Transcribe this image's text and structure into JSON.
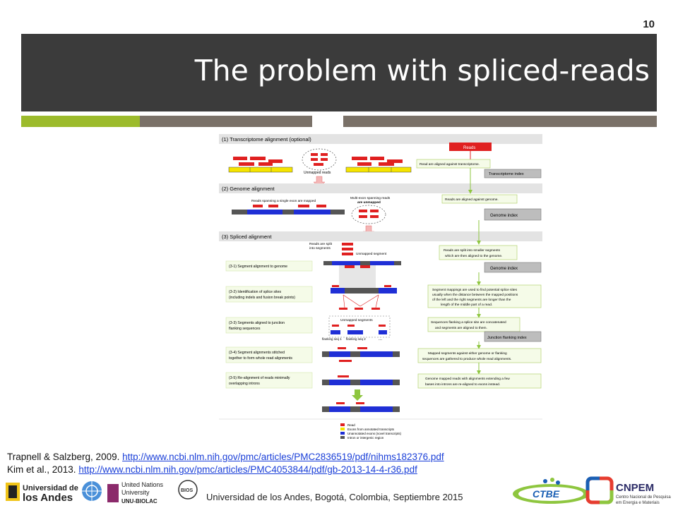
{
  "slide": {
    "number": "10",
    "title": "The problem with spliced-reads"
  },
  "figure": {
    "sections": {
      "s1": "(1) Transcriptome alignment (optional)",
      "s2": "(2) Genome alignment",
      "s3": "(3) Spliced alignment"
    },
    "labels": {
      "unmapped_reads": "Unmapped reads",
      "single_exon_mapped": "Reads spanning a single exon are mapped",
      "multi_exon_unmapped_1": "Multi-exon spanning reads",
      "multi_exon_unmapped_2": "are unmapped",
      "reads_split_1": "Reads are split",
      "reads_split_2": "into segments",
      "unmapped_segment": "Unmapped segment",
      "unmapped_segments": "Unmapped segments",
      "flanking_seq_1": "flanking seq 1",
      "flanking_seq_2": "flanking seq 2",
      "ellipsis": "..."
    },
    "steps": {
      "st1": "(3-1) Segment alignment to genome",
      "st2a": "(3-2) Identification of splice sites",
      "st2b": "(including indels and fusion break points)",
      "st3a": "(3-3) Segments aligned to junction",
      "st3b": "flanking sequences",
      "st4a": "(3-4) Segment alignments stitched",
      "st4b": "together to form whole read alignments",
      "st5a": "(3-5) Re-alignment of reads minimally",
      "st5b": "overlapping introns"
    },
    "right": {
      "reads": "Reads",
      "b1": "Read are aligned against transcriptome.",
      "idx1": "Transcriptome index",
      "b2": "Reads are aligned against genome.",
      "idx2": "Genome index",
      "b3a": "Reads are split into smaller segments",
      "b3b": "which are then aligned to the genome.",
      "idx3": "Genome index",
      "b4a": "Segment mappings are used to find potential splice sites",
      "b4b": "usually when the distance between the mapped positions",
      "b4c": "of the left and the right segments are longer than the",
      "b4d": "length of the middle part of a read.",
      "b5a": "Sequences flanking a splice site are concatenated",
      "b5b": "and segments are aligned to them.",
      "idx4": "Junction flanking index",
      "b6a": "Mapped segments against either genome or flanking",
      "b6b": "sequences are gathered to produce whole read alignments.",
      "b7a": "Genome mapped reads with alignments extending a few",
      "b7b": "bases into introns are re-aligned to exons instead."
    },
    "legend": [
      {
        "label": "Read",
        "color": "#e02020"
      },
      {
        "label": "Exons from annotated transcripts",
        "color": "#f5e400"
      },
      {
        "label": "Unannotated exons (novel transcripts)",
        "color": "#1f2fd6"
      },
      {
        "label": "Intron or intergenic region",
        "color": "#555555"
      }
    ]
  },
  "references": {
    "ref1_prefix": "Trapnell & Salzberg, 2009.",
    "ref1_link": "http://www.ncbi.nlm.nih.gov/pmc/articles/PMC2836519/pdf/nihms182376.pdf",
    "ref2_prefix": "Kim et al., 2013.",
    "ref2_link": "http://www.ncbi.nlm.nih.gov/pmc/articles/PMC4053844/pdf/gb-2013-14-4-r36.pdf"
  },
  "footer": {
    "text": "Universidad de los Andes, Bogotá, Colombia, Septiembre 2015",
    "logos": {
      "uniandes_1": "Universidad de",
      "uniandes_2": "los Andes",
      "unu_1": "United Nations",
      "unu_2": "University",
      "unu_3": "UNU-BIOLAC",
      "bios": "BIOS",
      "ctbe": "CTBE",
      "cnpem": "CNPEM",
      "cnpem_1": "Centro Nacional de Pesquisa",
      "cnpem_2": "em Energia e Materiais"
    }
  },
  "colors": {
    "title_bar": "#3b3b3b",
    "accent_green": "#9cbb2c",
    "accent_taupe": "#7a7168",
    "link": "#1a3fd8"
  }
}
